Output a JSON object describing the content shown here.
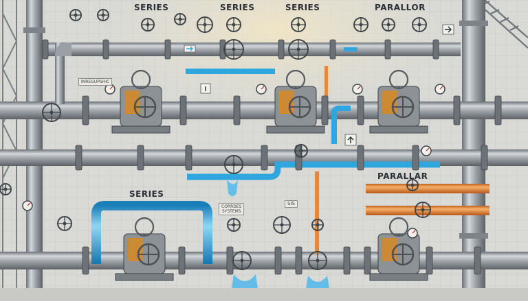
{
  "labels": {
    "series_top_1": "SERIES",
    "series_top_2": "SERIES",
    "series_top_3": "SERIES",
    "parallel_top": "PARALLOR",
    "series_mid": "SERIES",
    "parallel_mid": "PARALLAR",
    "tag_left": "INREGUPSHIC",
    "tag_center_top": "CORRDES",
    "tag_center_bottom": "SYSTEMS",
    "tag_right": "SIS"
  },
  "colors": {
    "background": "#d9dad6",
    "steel": "#9aa0a6",
    "water_blue": "#2fa6de",
    "orange_pipe": "#e8873a",
    "pump_yellow": "#d38a2a",
    "grid": "#c3c5c1"
  },
  "icons": [
    "valve-handwheel-icon",
    "pump-icon",
    "pressure-gauge-icon",
    "flow-arrow-icon"
  ]
}
